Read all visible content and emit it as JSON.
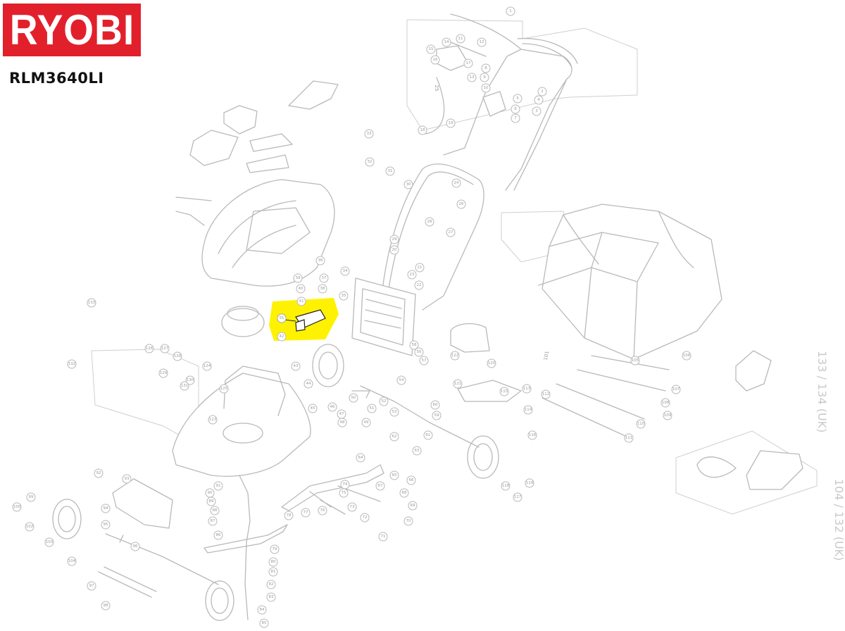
{
  "brand": {
    "logo_text": "RYOBI",
    "logo_color": "#e2202c",
    "model": "RLM3640LI"
  },
  "diagram": {
    "highlight_color": "#fff200",
    "highlighted_part": "54",
    "group_labels": [
      "133 / 134 (UK)",
      "104 / 132 (UK)"
    ],
    "part_label_25": "25",
    "part_label_101": "101",
    "callouts": [
      "1",
      "2",
      "3",
      "4",
      "5",
      "6",
      "7",
      "8",
      "9",
      "10",
      "11",
      "12",
      "13",
      "14",
      "15",
      "16",
      "17",
      "18",
      "19",
      "20",
      "21",
      "22",
      "23",
      "24",
      "26",
      "27",
      "28",
      "29",
      "30",
      "31",
      "32",
      "33",
      "34",
      "35",
      "36",
      "37",
      "38",
      "39",
      "40",
      "41",
      "42",
      "43",
      "44",
      "45",
      "46",
      "47",
      "48",
      "49",
      "50",
      "51",
      "52",
      "53",
      "54",
      "55",
      "56",
      "57",
      "58",
      "59",
      "60",
      "61",
      "62",
      "63",
      "64",
      "65",
      "66",
      "67",
      "68",
      "69",
      "70",
      "71",
      "72",
      "73",
      "74",
      "75",
      "76",
      "77",
      "78",
      "79",
      "80",
      "81",
      "82",
      "83",
      "84",
      "85",
      "86",
      "87",
      "88",
      "89",
      "90",
      "91",
      "92",
      "93",
      "94",
      "95",
      "96",
      "97",
      "98",
      "99",
      "100",
      "102",
      "103",
      "104",
      "105",
      "106",
      "107",
      "108",
      "109",
      "110",
      "111",
      "112",
      "113",
      "114",
      "115",
      "116",
      "117",
      "118",
      "119",
      "120",
      "121",
      "122",
      "123",
      "124",
      "125",
      "126",
      "127",
      "128",
      "129",
      "130",
      "131",
      "132",
      "133"
    ]
  }
}
